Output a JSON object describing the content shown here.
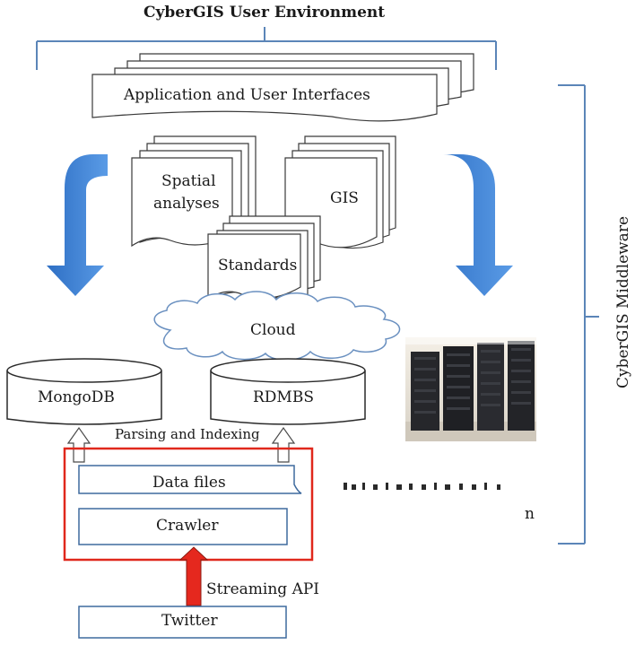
{
  "title": "CyberGIS User Environment",
  "middleware_label": "CyberGIS Middleware",
  "layers": {
    "ui": "Application and User Interfaces",
    "spatial_analyses_line1": "Spatial",
    "spatial_analyses_line2": "analyses",
    "gis": "GIS",
    "standards": "Standards",
    "cloud": "Cloud"
  },
  "databases": {
    "mongodb": "MongoDB",
    "rdbms": "RDMBS"
  },
  "pipeline": {
    "parsing": "Parsing and Indexing",
    "data_files": "Data files",
    "crawler": "Crawler",
    "streaming_api": "Streaming API",
    "twitter": "Twitter"
  },
  "hardware": {
    "caption_fragment": "n"
  },
  "colors": {
    "bracket": "#5b85b8",
    "box_border": "#3e6a9e",
    "arrow_blue": "#3b7fd2",
    "red_frame": "#e0281c",
    "red_arrow": "#e5281e"
  }
}
